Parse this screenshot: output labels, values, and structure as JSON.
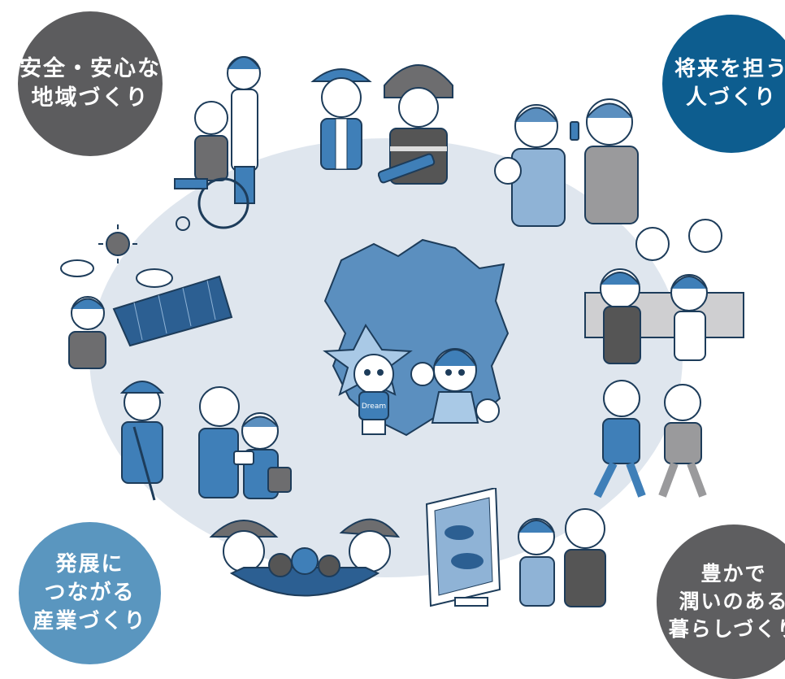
{
  "badges": {
    "top_left": {
      "line1": "安全・安心な",
      "line2": "地域づくり",
      "color": "#5c5c5e"
    },
    "top_right": {
      "line1": "将来を担う",
      "line2": "人づくり",
      "color": "#0d5d8f"
    },
    "bottom_left": {
      "line1": "発展に",
      "line2": "つながる",
      "line3": "産業づくり",
      "color": "#5a96bf"
    },
    "bottom_right": {
      "line1": "豊かで",
      "line2": "潤いのある",
      "line3": "暮らしづくり",
      "color": "#5e5e60"
    }
  },
  "mascot_shirt_text": "Dream",
  "colors": {
    "ellipse": "#dfe6ee",
    "map_fill": "#5b8fbf",
    "accent_blue": "#3f7fb8"
  },
  "icons": [
    "sun-icon",
    "cloud-icon",
    "solar-panel-icon",
    "wheelchair-icon",
    "phone-icon",
    "camera-icon",
    "pompom-icon"
  ]
}
